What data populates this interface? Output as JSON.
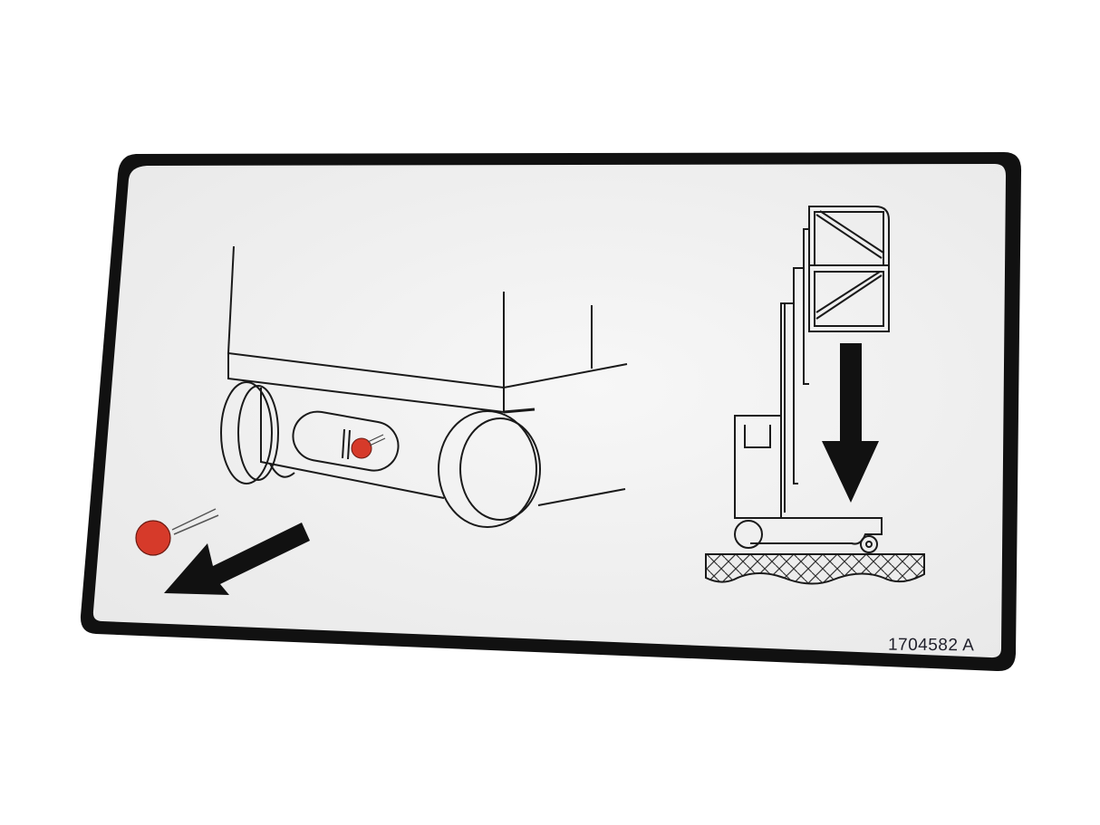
{
  "label": {
    "part_number": "1704582 A",
    "colors": {
      "border": "#111111",
      "face": "#f1f1f1",
      "line_art": "#1a1a1a",
      "pin_red": "#d63a2a",
      "background": "#ffffff"
    }
  },
  "pictograms": [
    {
      "name": "chassis-with-lock-pin",
      "description": "Lift chassis with wheels and red lock pin in slot"
    },
    {
      "name": "remove-pin-arrow",
      "description": "Red pin removed, arrow pointing down-left"
    },
    {
      "name": "lower-platform",
      "description": "Vertical mast lift with platform, down arrow, hatched ground"
    }
  ]
}
